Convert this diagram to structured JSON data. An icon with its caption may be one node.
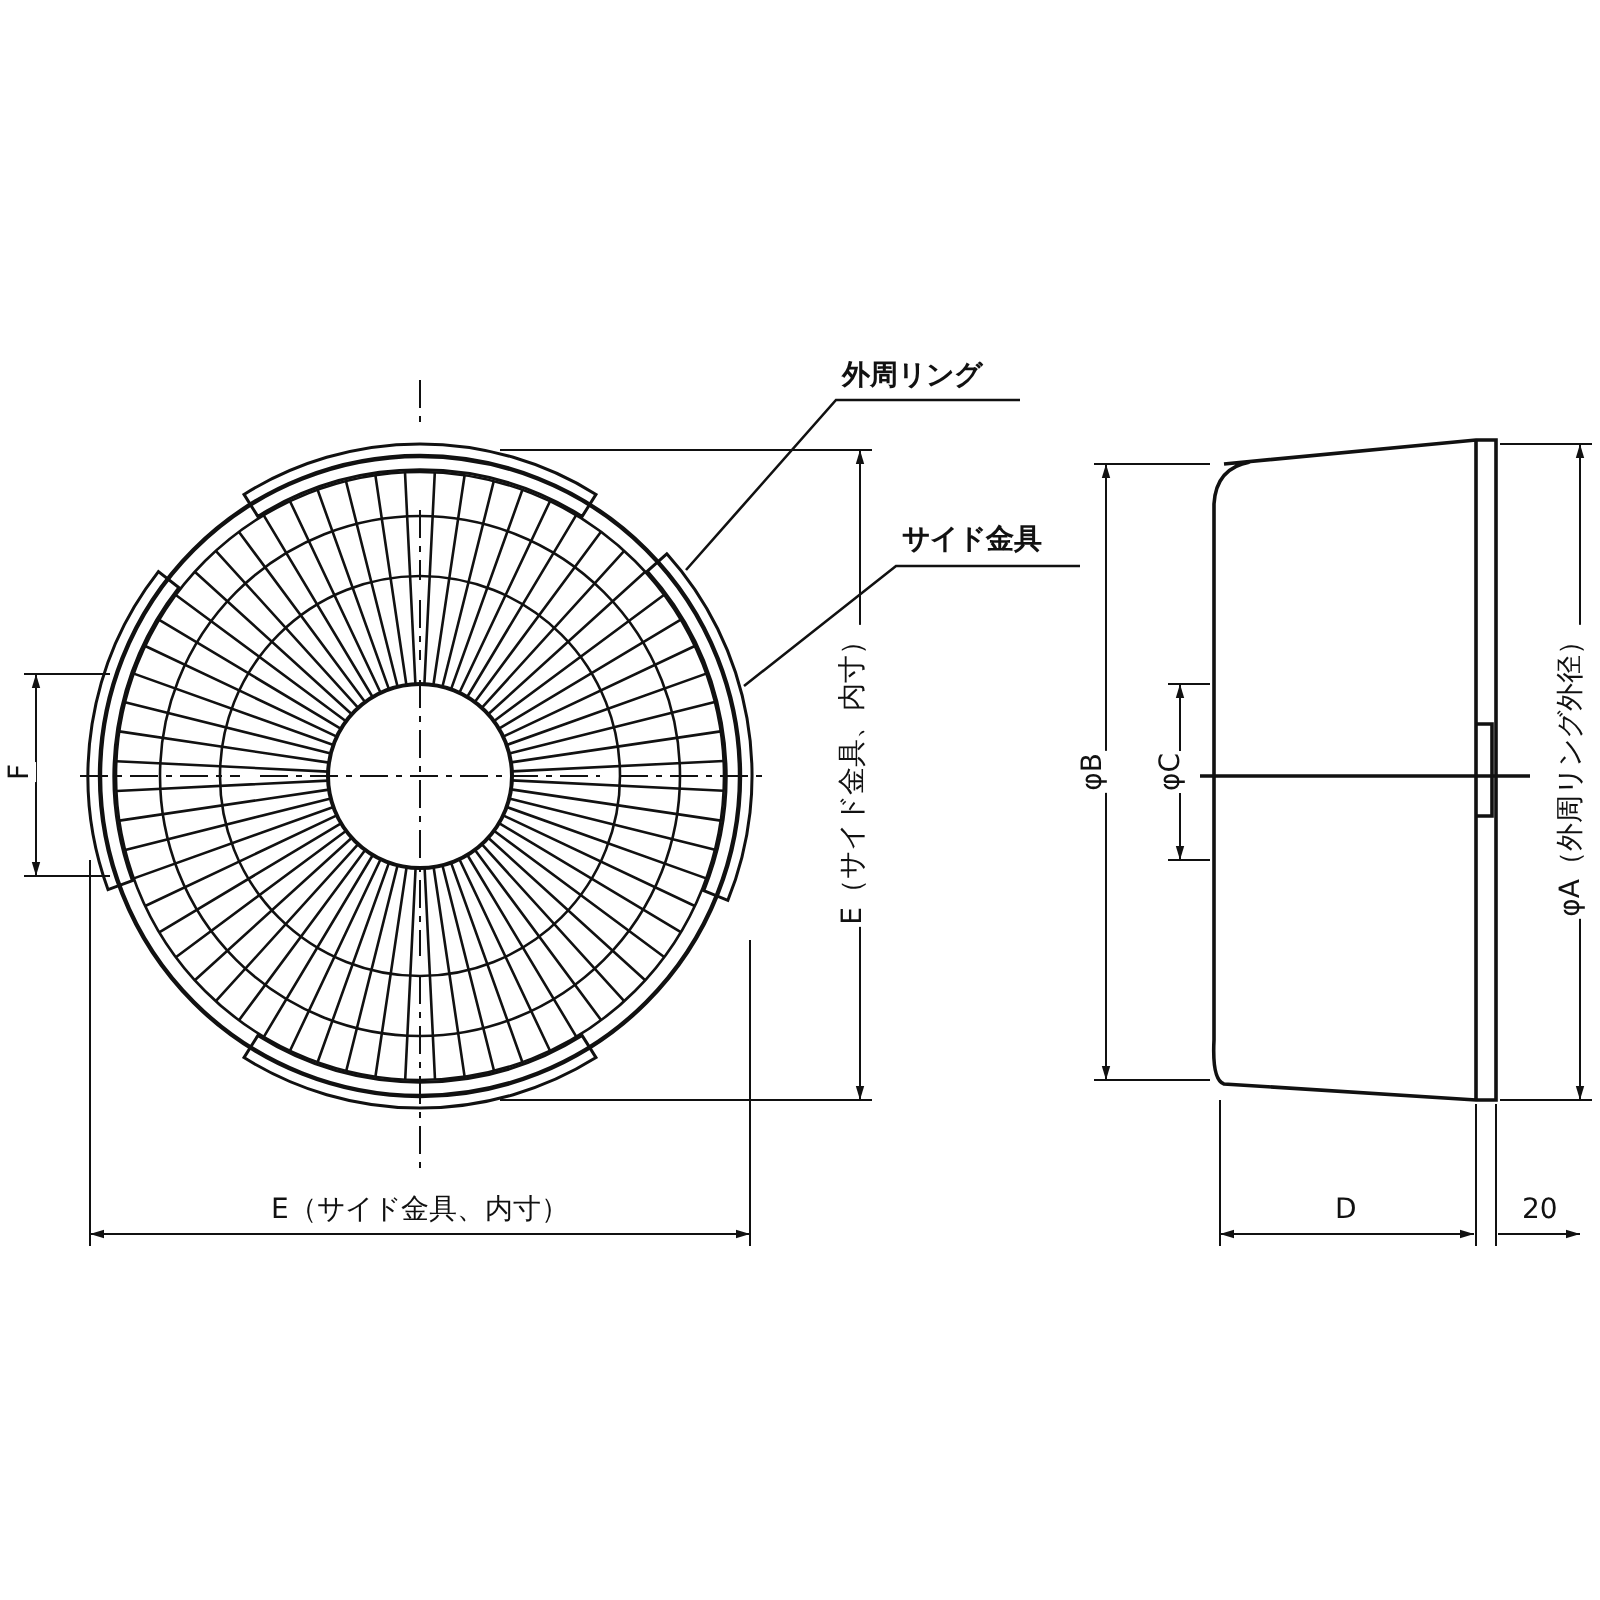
{
  "diagram": {
    "nodes": [
      {
        "text": [
          "外周リング"
        ]
      },
      {
        "text": [],
        "shape": "circle"
      },
      {
        "text": [
          "サイド金具"
        ]
      },
      {
        "text": [],
        "shape": "bar"
      }
    ],
    "edges": [
      {
        "from": 0,
        "to": 1,
        "arrow": "none"
      },
      {
        "from": 2,
        "to": 3,
        "arrow": "none"
      }
    ],
    "labels": [
      "F",
      "E（サイド金具、内寸）",
      "φB",
      "φC",
      "φA（外周リング外径）",
      "E（サイド金具、内寸）",
      "D",
      "20"
    ]
  }
}
